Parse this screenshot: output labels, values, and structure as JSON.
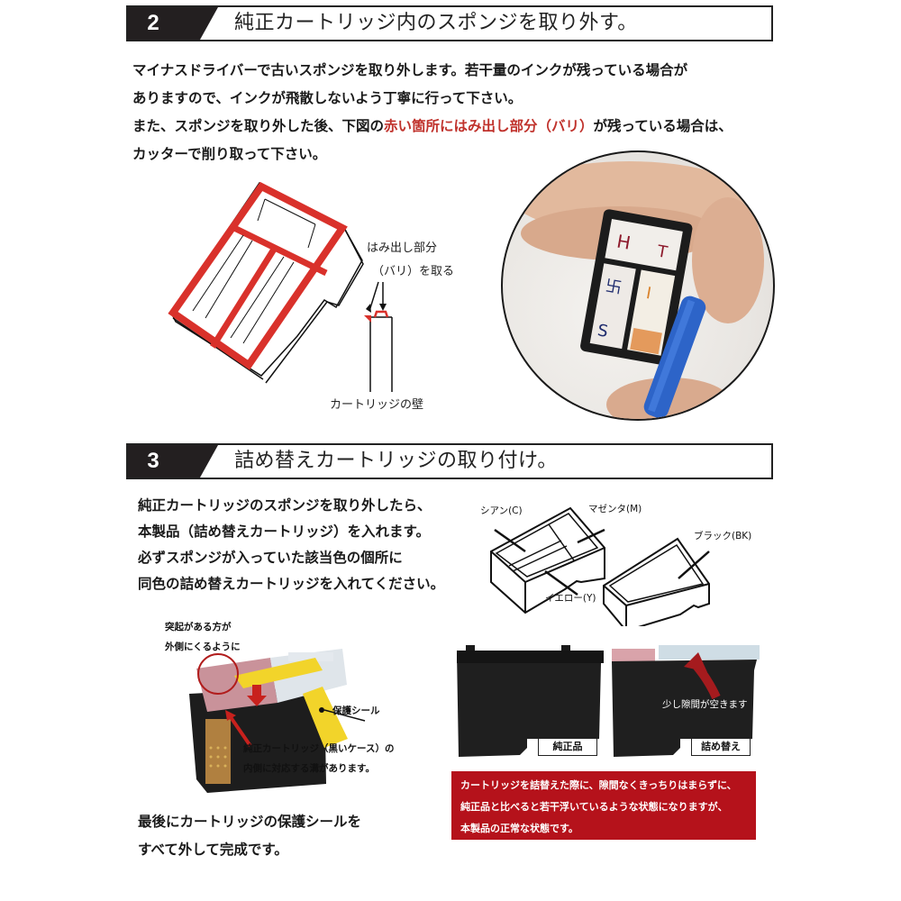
{
  "step2": {
    "number": "2",
    "title": "純正カートリッジ内のスポンジを取り外す。",
    "paragraph": {
      "line1": "マイナスドライバーで古いスポンジを取り外します。若干量のインクが残っている場合が",
      "line2": "ありますので、インクが飛散しないよう丁寧に行って下さい。",
      "line3_prefix": "また、スポンジを取り外した後、下図の",
      "line3_highlight": "赤い箇所にはみ出し部分（バリ）",
      "line3_suffix": "が残っている場合は、",
      "line4": "カッターで削り取って下さい。"
    },
    "diagram": {
      "burr_label_line1": "はみ出し部分",
      "burr_label_line2": "（バリ）を取る",
      "wall_label": "カートリッジの壁"
    },
    "photo": {
      "description": "hand-removing-sponge-with-blue-screwdriver"
    }
  },
  "step3": {
    "number": "3",
    "title": "詰め替えカートリッジの取り付け。",
    "paragraph": {
      "line1": "純正カートリッジのスポンジを取り外したら、",
      "line2": "本製品（詰め替えカートリッジ）を入れます。",
      "line3": "必ずスポンジが入っていた該当色の個所に",
      "line4": "同色の詰め替えカートリッジを入れてください。"
    },
    "color_diagram": {
      "cyan": "シアン(C)",
      "magenta": "マゼンタ(M)",
      "yellow": "イエロー(Y)",
      "black": "ブラック(BK)"
    },
    "install_photo": {
      "note_line1": "突起がある方が",
      "note_line2": "外側にくるように",
      "seal_label": "保護シール",
      "groove_line1": "純正カートリッジ（黒いケース）の",
      "groove_line2": "内側に対応する溝があります。"
    },
    "comparison": {
      "genuine_tag": "純正品",
      "refill_tag": "詰め替え",
      "gap_label": "少し隙間が空きます"
    },
    "notice": {
      "line1": "カートリッジを詰替えた際に、隙間なくきっちりはまらずに、",
      "line2": "純正品と比べると若干浮いているような状態になりますが、",
      "line3": "本製品の正常な状態です。"
    },
    "final": {
      "line1": "最後にカートリッジの保護シールを",
      "line2": "すべて外して完成です。"
    }
  },
  "colors": {
    "header_dark": "#231f20",
    "highlight_red": "#c0322c",
    "diagram_red": "#d9312b",
    "notice_red": "#b5121b"
  }
}
